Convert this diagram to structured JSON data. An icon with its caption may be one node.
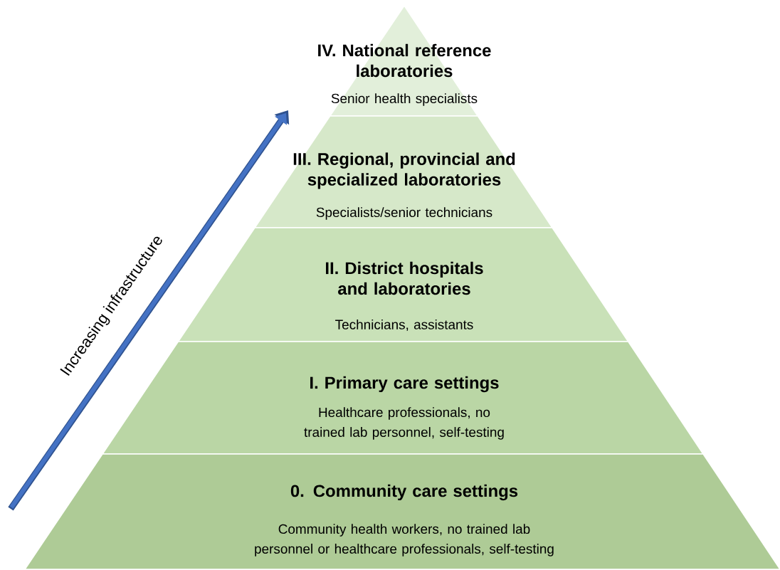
{
  "diagram": {
    "nodes": [
      {
        "text": [
          "IV. National reference laboratories",
          "Senior health specialists"
        ]
      },
      {
        "text": [
          "III. Regional, provincial and specialized laboratories",
          "Specialists/senior technicians"
        ]
      },
      {
        "text": [
          "II. District hospitals and laboratories",
          "Technicians, assistants"
        ]
      },
      {
        "text": [
          "I. Primary care settings",
          "Healthcare professionals, no trained lab personnel, self-testing"
        ]
      },
      {
        "text": [
          "0. Community care settings",
          "Community health workers, no trained lab personnel or healthcare professionals, self-testing"
        ]
      }
    ],
    "labels": [
      "Increasing infrastructure"
    ]
  }
}
